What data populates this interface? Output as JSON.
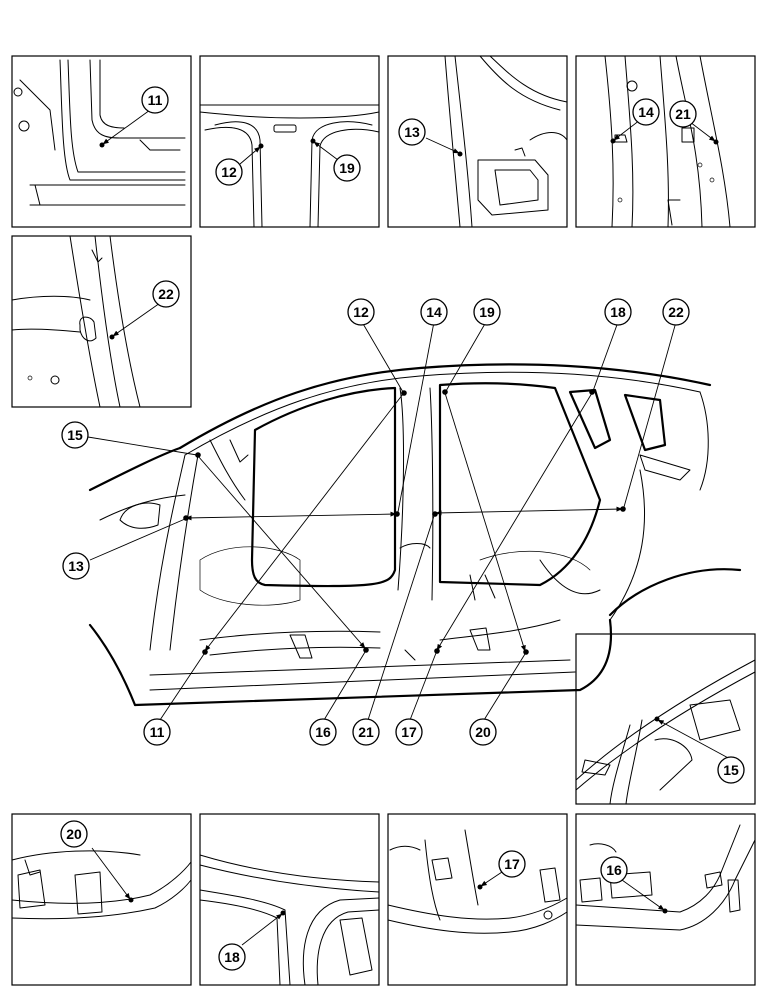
{
  "callouts": {
    "p11": "11",
    "p12": "12",
    "p13": "13",
    "p14": "14",
    "p15": "15",
    "p16": "16",
    "p17": "17",
    "p18": "18",
    "p19": "19",
    "p20": "20",
    "p21": "21",
    "p22": "22"
  }
}
